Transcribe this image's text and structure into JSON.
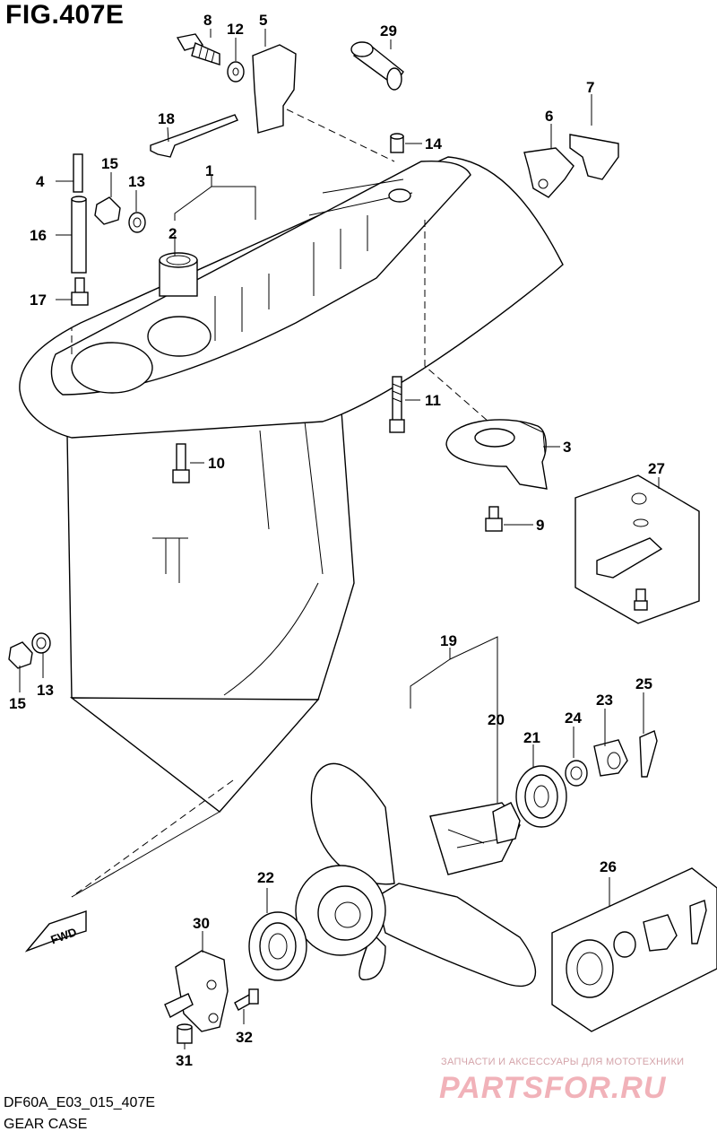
{
  "figure": {
    "title": "FIG.407E",
    "ref_code": "DF60A_E03_015_407E",
    "caption": "GEAR CASE",
    "fwd_label": "FWD"
  },
  "watermark": {
    "line1": "ЗАПЧАСТИ И АКСЕССУАРЫ ДЛЯ МОТОТЕХНИКИ",
    "logo": "PARTSFOR.RU",
    "color": "#f1b2b9"
  },
  "callouts": {
    "n1": "1",
    "n2": "2",
    "n3": "3",
    "n4": "4",
    "n5": "5",
    "n6": "6",
    "n7": "7",
    "n8": "8",
    "n9": "9",
    "n10": "10",
    "n11": "11",
    "n12": "12",
    "n13a": "13",
    "n13b": "13",
    "n14": "14",
    "n15a": "15",
    "n15b": "15",
    "n16": "16",
    "n17": "17",
    "n18": "18",
    "n19": "19",
    "n20": "20",
    "n21": "21",
    "n22": "22",
    "n23": "23",
    "n24": "24",
    "n25": "25",
    "n26": "26",
    "n27": "27",
    "n29": "29",
    "n30": "30",
    "n31": "31",
    "n32": "32"
  }
}
